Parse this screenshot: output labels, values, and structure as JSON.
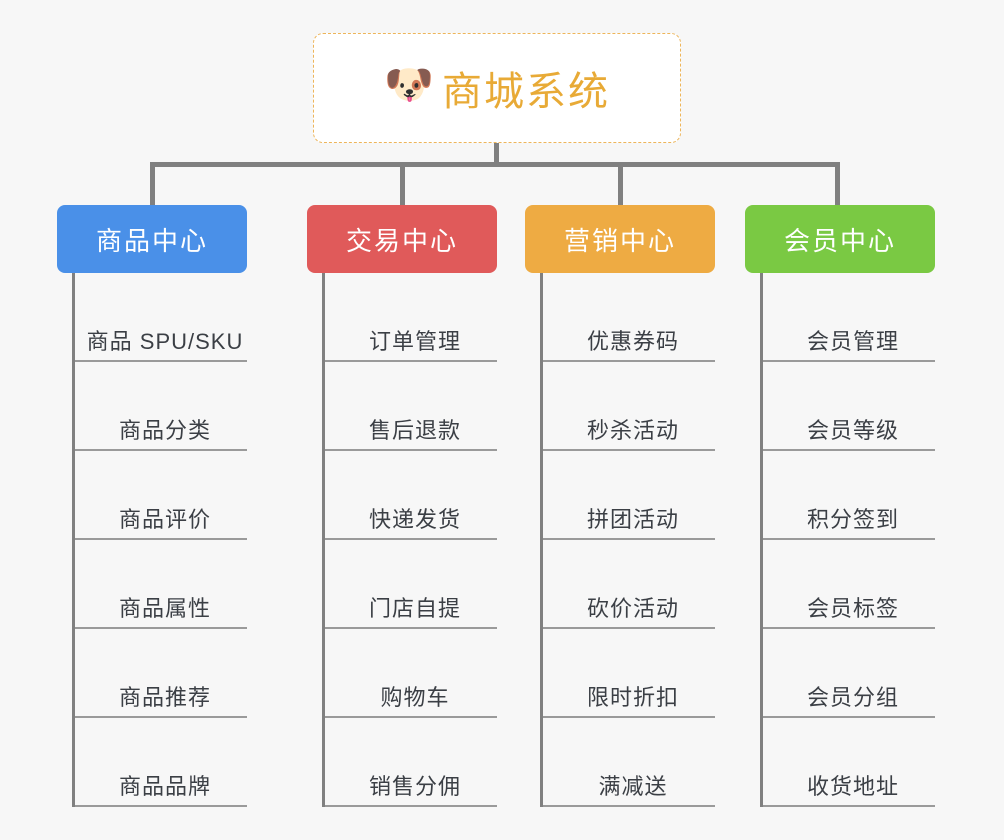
{
  "page": {
    "background_color": "#f7f7f7",
    "type": "organization-chart"
  },
  "root": {
    "icon": "dog-face-icon",
    "icon_glyph": "🐶",
    "title": "商城系统",
    "title_color": "#e8aa36",
    "border_color": "#edb55a",
    "background_color": "#ffffff"
  },
  "connector": {
    "color": "#808080"
  },
  "categories": [
    {
      "label": "商品中心",
      "color": "#4a90e8",
      "items": [
        "商品 SPU/SKU",
        "商品分类",
        "商品评价",
        "商品属性",
        "商品推荐",
        "商品品牌"
      ]
    },
    {
      "label": "交易中心",
      "color": "#e05a5a",
      "items": [
        "订单管理",
        "售后退款",
        "快递发货",
        "门店自提",
        "购物车",
        "销售分佣"
      ]
    },
    {
      "label": "营销中心",
      "color": "#eeab43",
      "items": [
        "优惠券码",
        "秒杀活动",
        "拼团活动",
        "砍价活动",
        "限时折扣",
        "满减送"
      ]
    },
    {
      "label": "会员中心",
      "color": "#7ac943",
      "items": [
        "会员管理",
        "会员等级",
        "积分签到",
        "会员标签",
        "会员分组",
        "收货地址"
      ]
    }
  ]
}
